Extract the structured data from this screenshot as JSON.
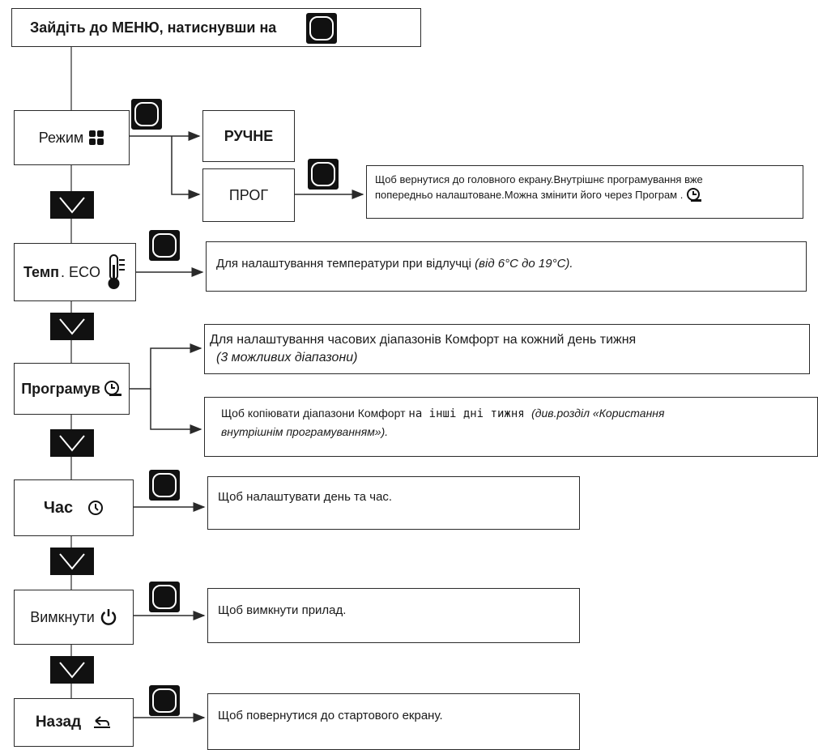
{
  "header": {
    "text": "Зайдіть до МЕНЮ, натиснувши на"
  },
  "menu": {
    "mode": "Режим",
    "temp": "Темп",
    "temp_eco": ". ECO",
    "program": "Програмув",
    "time": "Час",
    "off": "Вимкнути",
    "back": "Назад"
  },
  "mode_options": {
    "manual": "РУЧНЕ",
    "prog": "ПРОГ"
  },
  "descriptions": {
    "prog_line1": "Щоб вернутися до головного екрану.Внутрішнє програмування вже",
    "prog_line2": "попередньо налаштоване.Можна змінити його через Програм .",
    "temp_main": "Для налаштування температури при відлучці ",
    "temp_range": "(від 6°C до 19°C).",
    "program_line1": "Для налаштування часових діапазонів Комфорт на кожний день тижня",
    "program_line2": "(3 можливих діапазони)",
    "copy_line1a": "Щоб копіювати діапазони Комфорт ",
    "copy_line1b": "на інші дні тижня ",
    "copy_line1c": "(див.розділ «Користання",
    "copy_line2": "внутрішнім програмуванням»).",
    "time": "Щоб налаштувати день та час.",
    "off": "Щоб вимкнути прилад.",
    "back": "Щоб повернутися до стартового екрану."
  },
  "icons": {
    "ok_button": "ok-button-icon",
    "down_arrow": "down-arrow-icon",
    "mode": "four-squares-icon",
    "temp": "thermometer-icon",
    "program": "clock-program-icon",
    "time": "clock-icon",
    "off": "power-icon",
    "back": "return-arrow-icon"
  }
}
